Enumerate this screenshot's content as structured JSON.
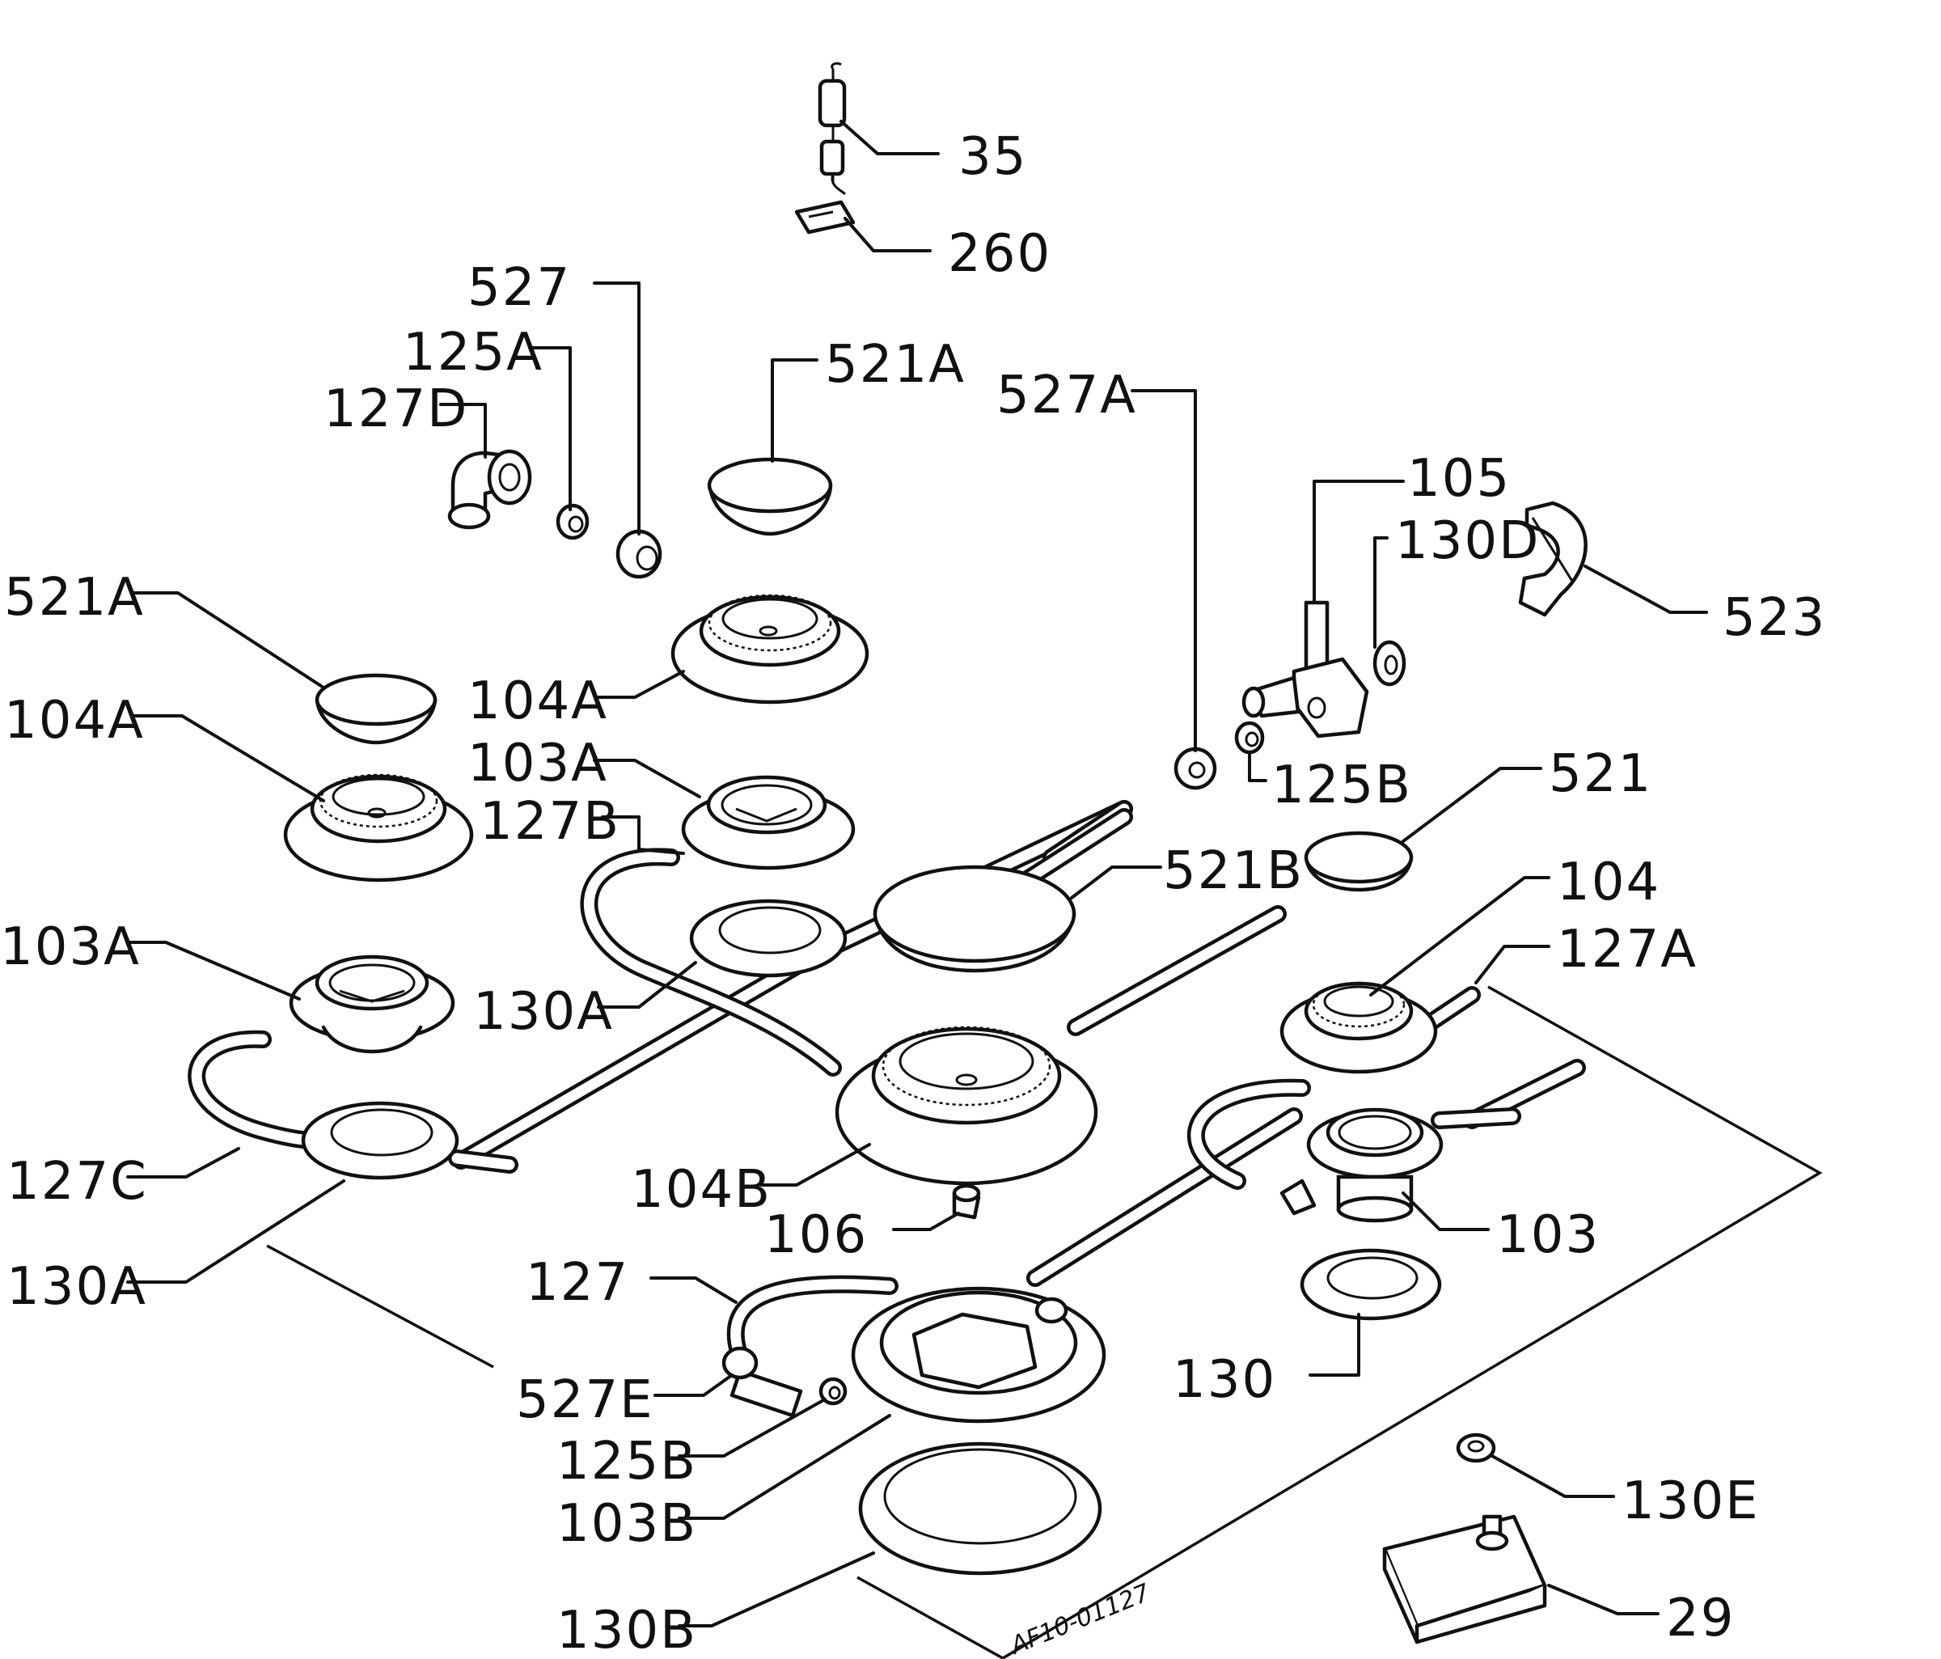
{
  "drawing_code": "AF10-01127",
  "labels": {
    "l35": "35",
    "l260": "260",
    "l527": "527",
    "l125A": "125A",
    "l127D": "127D",
    "l521A_top": "521A",
    "l527A": "527A",
    "l105": "105",
    "l130D": "130D",
    "l523": "523",
    "l521A_left": "521A",
    "l104A_left": "104A",
    "l104A_mid": "104A",
    "l103A_mid": "103A",
    "l127B": "127B",
    "l125B_top": "125B",
    "l521": "521",
    "l521B": "521B",
    "l104": "104",
    "l127A": "127A",
    "l103A_left": "103A",
    "l130A_mid": "130A",
    "l127C": "127C",
    "l104B": "104B",
    "l106": "106",
    "l103": "103",
    "l130A_left": "130A",
    "l127": "127",
    "l130": "130",
    "l527E": "527E",
    "l125B_bottom": "125B",
    "l103B": "103B",
    "l130E": "130E",
    "l130B": "130B",
    "l29": "29"
  },
  "colors": {
    "ink": "#111111",
    "paper": "#ffffff"
  }
}
